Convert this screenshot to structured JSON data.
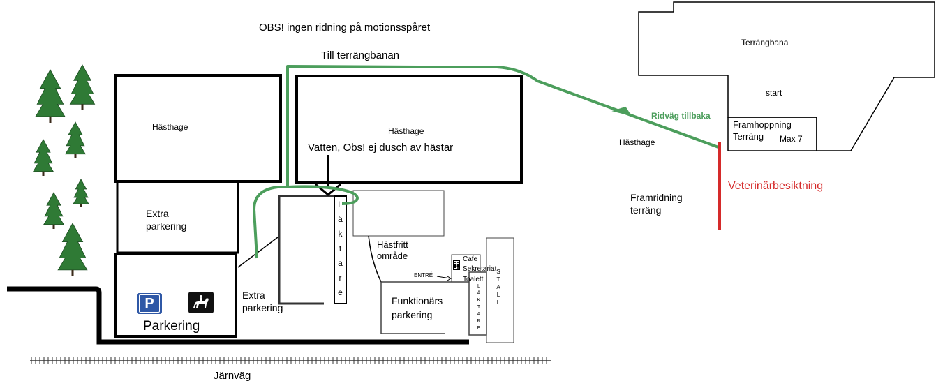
{
  "colors": {
    "route": "#4c9e5c",
    "vet_line": "#d52a2a",
    "vet_text": "#d52a2a",
    "tree": "#2f7a35",
    "parking_sign": "#2f58a6",
    "horse_sign": "#111111"
  },
  "labels": {
    "top_notice": "OBS! ingen ridning på motionsspåret",
    "till_terrangbanan": "Till terrängbanan",
    "hasthage_left": "Hästhage",
    "hasthage_center": "Hästhage",
    "vatten": "Vatten, Obs! ej dusch av hästar",
    "extra_parkering_left": "Extra\nparkering",
    "extra_parkering_mid": "Extra\nparkering",
    "parkering": "Parkering",
    "hastfritt": "Hästfritt\nområde",
    "entre": "ENTRÉ",
    "cafe_lines": [
      "Cafe",
      "Sekretariat",
      "Toalett"
    ],
    "funktionars": "Funktionärs\nparkering",
    "jarnvag": "Järnväg",
    "ridvag_tillbaka": "Ridväg tillbaka",
    "hasthage_right": "Hästhage",
    "framridning": "Framridning\nterräng",
    "veterinar": "Veterinärbesiktning",
    "terrangbana": "Terrängbana",
    "start": "start",
    "framhoppning": "Framhoppning\nTerräng",
    "max7": "Max 7",
    "laktare_main": [
      "L",
      "ä",
      "k",
      "t",
      "a",
      "r",
      "e"
    ],
    "laktare_small": [
      "L",
      "Ä",
      "K",
      "T",
      "A",
      "R",
      "E"
    ],
    "stall": [
      "S",
      "T",
      "A",
      "L",
      "L"
    ]
  },
  "icons": {
    "parking": "parking-sign-icon",
    "horse": "horse-rider-icon",
    "toilet": "toilet-icon",
    "arrow": "arrow-down-icon",
    "tree": "tree-icon"
  }
}
